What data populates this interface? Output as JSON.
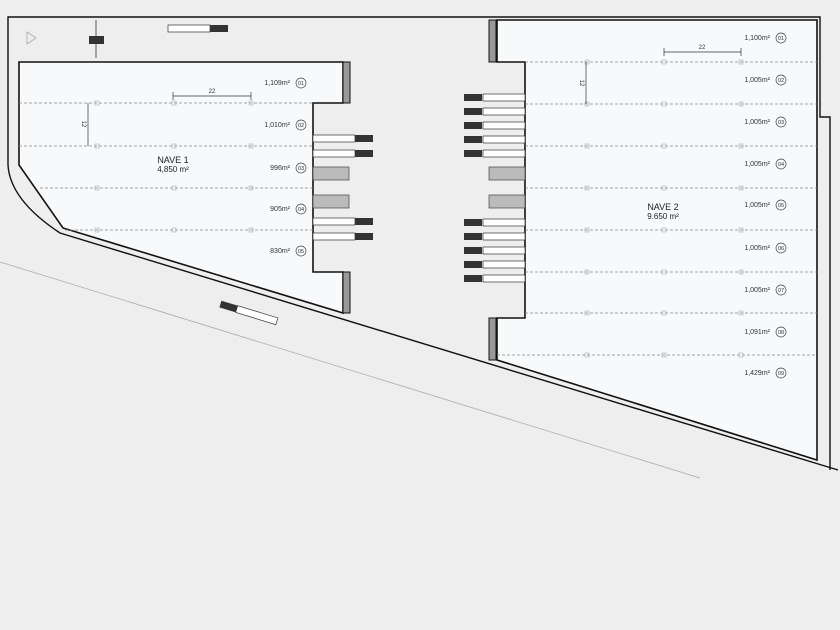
{
  "nave1": {
    "name": "NAVE 1",
    "total_area": "4,850 m²",
    "dimension_width": "22",
    "dimension_depth": "12",
    "units": [
      {
        "area": "1,109m²",
        "num": "01"
      },
      {
        "area": "1,010m²",
        "num": "02"
      },
      {
        "area": "996m²",
        "num": "03"
      },
      {
        "area": "905m²",
        "num": "04"
      },
      {
        "area": "830m²",
        "num": "05"
      }
    ]
  },
  "nave2": {
    "name": "NAVE 2",
    "total_area": "9.650 m²",
    "dimension_width": "22",
    "dimension_depth": "12",
    "units": [
      {
        "area": "1,100m²",
        "num": "01"
      },
      {
        "area": "1,005m²",
        "num": "02"
      },
      {
        "area": "1,005m²",
        "num": "03"
      },
      {
        "area": "1,005m²",
        "num": "04"
      },
      {
        "area": "1,005m²",
        "num": "05"
      },
      {
        "area": "1,005m²",
        "num": "06"
      },
      {
        "area": "1,005m²",
        "num": "07"
      },
      {
        "area": "1,091m²",
        "num": "08"
      },
      {
        "area": "1,429m²",
        "num": "09"
      }
    ]
  },
  "colors": {
    "background": "#eeeeee",
    "building_fill": "#f7f9fb",
    "outline": "#111111"
  }
}
